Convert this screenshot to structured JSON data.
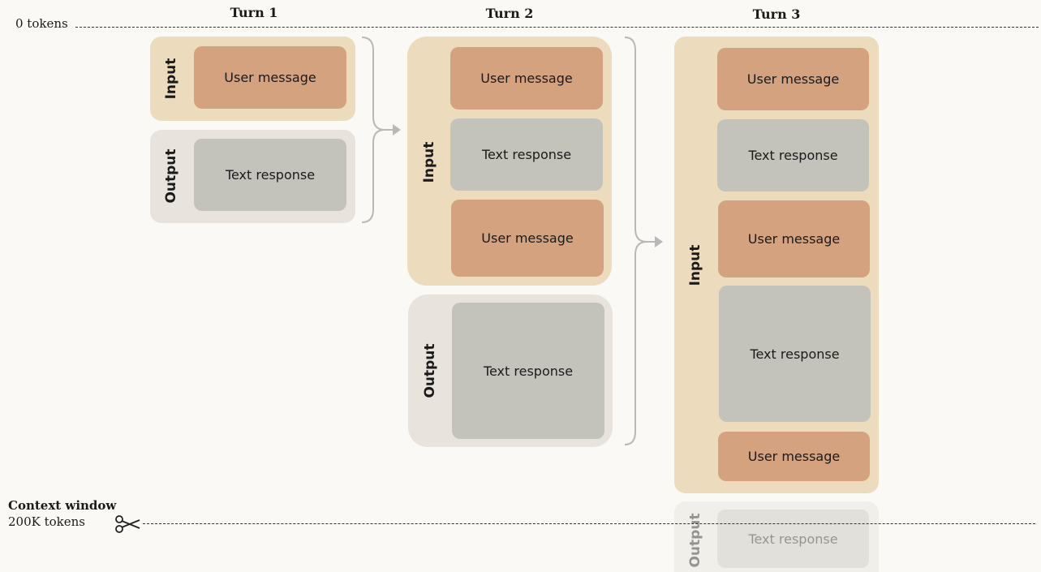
{
  "top_marker": {
    "label": "0 tokens"
  },
  "context_window": {
    "title": "Context window",
    "tokens": "200K tokens"
  },
  "turns": [
    {
      "title": "Turn 1"
    },
    {
      "title": "Turn 2"
    },
    {
      "title": "Turn 3"
    }
  ],
  "labels": {
    "input": "Input",
    "output": "Output",
    "user_message": "User message",
    "text_response": "Text response"
  },
  "colors": {
    "input_group": "#ecdbbd",
    "output_group": "#e8e3dc",
    "user_message": "#d4a27f",
    "text_response": "#c4c3bb",
    "bracket": "#b8b8b8"
  },
  "icons": {
    "cut_marker": "scissors-icon"
  }
}
